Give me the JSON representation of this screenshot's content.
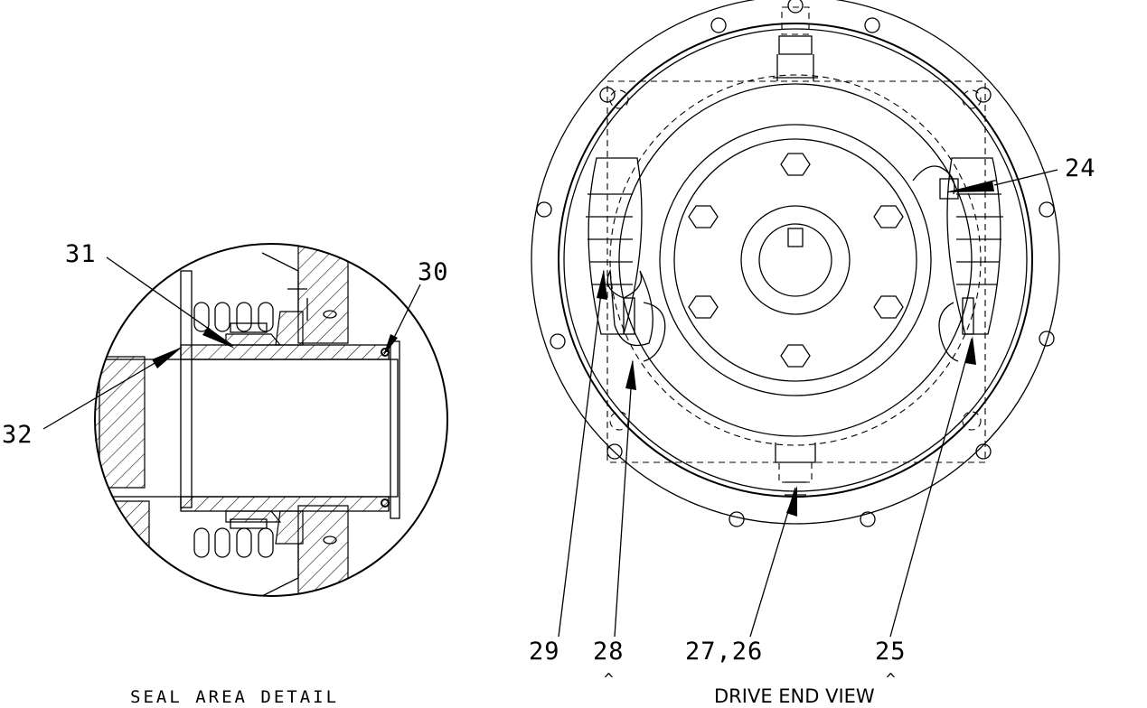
{
  "callouts": {
    "c24": "24",
    "c25": "25",
    "c2726": "27,26",
    "c28": "28",
    "c29": "29",
    "c30": "30",
    "c31": "31",
    "c32": "32"
  },
  "captions": {
    "seal": "SEAL AREA DETAIL",
    "drive": "DRIVE END VIEW"
  },
  "marks": {
    "caret": "^"
  }
}
